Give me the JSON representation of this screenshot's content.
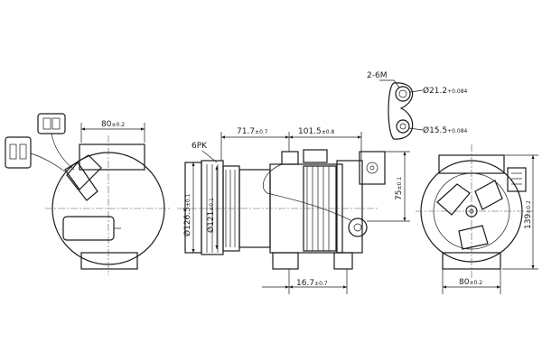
{
  "dimensions": {
    "left_width": {
      "value": "80",
      "tol": "±0.2"
    },
    "shaft_offset": {
      "value": "71.7",
      "tol": "±0.7"
    },
    "body_length": {
      "value": "101.5",
      "tol": "±0.8"
    },
    "pulley_outer": {
      "value": "Ø126.5",
      "tol": "±0.1"
    },
    "pulley_inner": {
      "value": "Ø121",
      "tol": "±0.1"
    },
    "mount_height": {
      "value": "75",
      "tol": "±0.1"
    },
    "lower_offset": {
      "value": "16.7",
      "tol": "±0.7"
    },
    "right_height": {
      "value": "139",
      "tol": "±0.2"
    },
    "right_width": {
      "value": "80",
      "tol": "±0.2"
    }
  },
  "labels": {
    "belt_type": "6PK",
    "thread_count": "2-6M",
    "port_large": {
      "value": "Ø21.2",
      "tol": "+0.084"
    },
    "port_small": {
      "value": "Ø15.5",
      "tol": "+0.084"
    }
  }
}
